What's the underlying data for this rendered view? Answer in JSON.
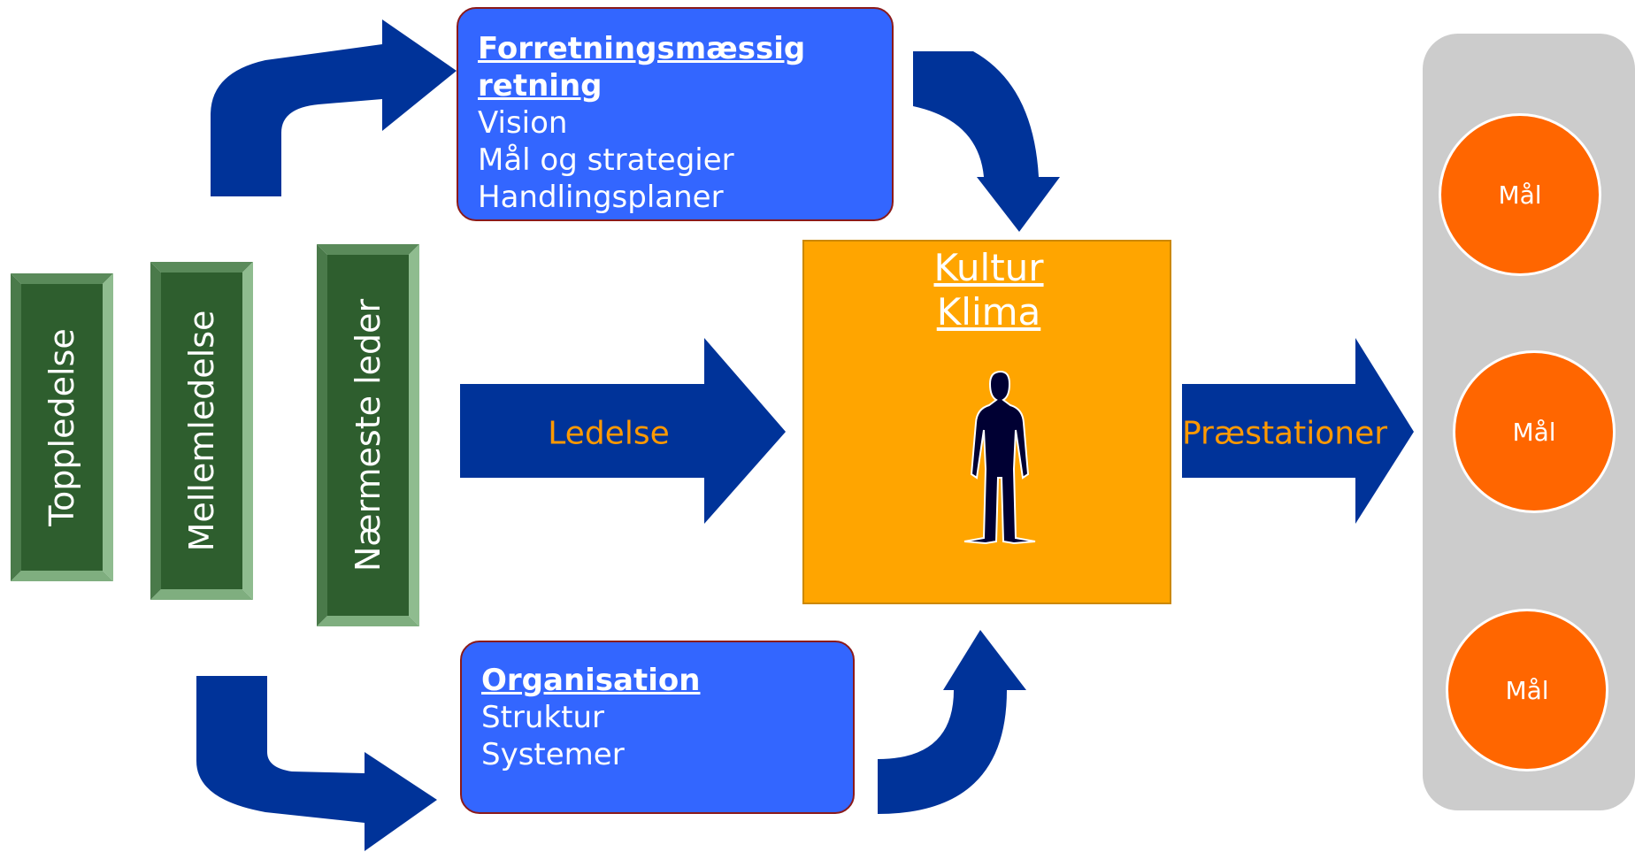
{
  "leadership_levels": [
    {
      "label": "Toppledelse"
    },
    {
      "label": "Mellemledelse"
    },
    {
      "label": "Nærmeste leder"
    }
  ],
  "business_direction": {
    "heading_line1": "Forretningsmæssig",
    "heading_line2": "retning",
    "items": [
      "Vision",
      "Mål og strategier",
      "Handlingsplaner"
    ]
  },
  "organisation": {
    "heading": "Organisation",
    "items": [
      "Struktur",
      "Systemer"
    ]
  },
  "culture": {
    "title_line1": "Kultur",
    "title_line2": "Klima"
  },
  "arrows": {
    "leadership_label": "Ledelse",
    "performance_label": "Præstationer"
  },
  "goals": [
    {
      "label": "Mål"
    },
    {
      "label": "Mål"
    },
    {
      "label": "Mål"
    }
  ],
  "colors": {
    "arrow": "#003399",
    "box_fill": "#3366ff",
    "box_border": "#8b1a1a",
    "bar_green": "#2e5e2e",
    "culture_box": "#ffa500",
    "goal_circle": "#ff6600",
    "goal_panel": "#cccccc",
    "arrow_label": "#ff9900"
  }
}
